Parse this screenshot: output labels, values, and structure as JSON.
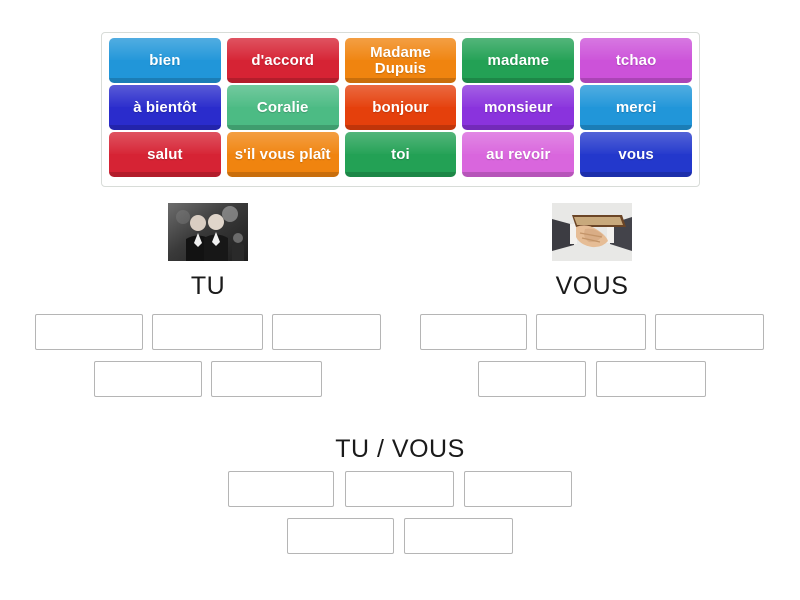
{
  "activity": {
    "type": "group-sort",
    "tile_tray": {
      "rows": [
        [
          {
            "label": "bien",
            "color": "#2196d9"
          },
          {
            "label": "d'accord",
            "color": "#d62334"
          },
          {
            "label": "Madame\nDupuis",
            "color": "#f0840f"
          },
          {
            "label": "madame",
            "color": "#23a155"
          },
          {
            "label": "tchao",
            "color": "#cc52d9"
          }
        ],
        [
          {
            "label": "à bientôt",
            "color": "#2a2ccc"
          },
          {
            "label": "Coralie",
            "color": "#4cbb84"
          },
          {
            "label": "bonjour",
            "color": "#e5400c"
          },
          {
            "label": "monsieur",
            "color": "#8a33dd"
          },
          {
            "label": "merci",
            "color": "#2196d9"
          }
        ],
        [
          {
            "label": "salut",
            "color": "#d62334"
          },
          {
            "label": "s'il vous plaît",
            "color": "#f0840f"
          },
          {
            "label": "toi",
            "color": "#23a155"
          },
          {
            "label": "au revoir",
            "color": "#d966dd"
          },
          {
            "label": "vous",
            "color": "#2338cc"
          }
        ]
      ]
    },
    "categories": [
      {
        "id": "tu",
        "title": "TU",
        "image_alt": "two young men in suits standing together",
        "zones": [
          "",
          "",
          "",
          "",
          ""
        ]
      },
      {
        "id": "vous",
        "title": "VOUS",
        "image_alt": "two people shaking hands in business suits",
        "zones": [
          "",
          "",
          "",
          "",
          ""
        ]
      },
      {
        "id": "tu-vous",
        "title": "TU / VOUS",
        "zones": [
          "",
          "",
          "",
          "",
          ""
        ]
      }
    ]
  }
}
